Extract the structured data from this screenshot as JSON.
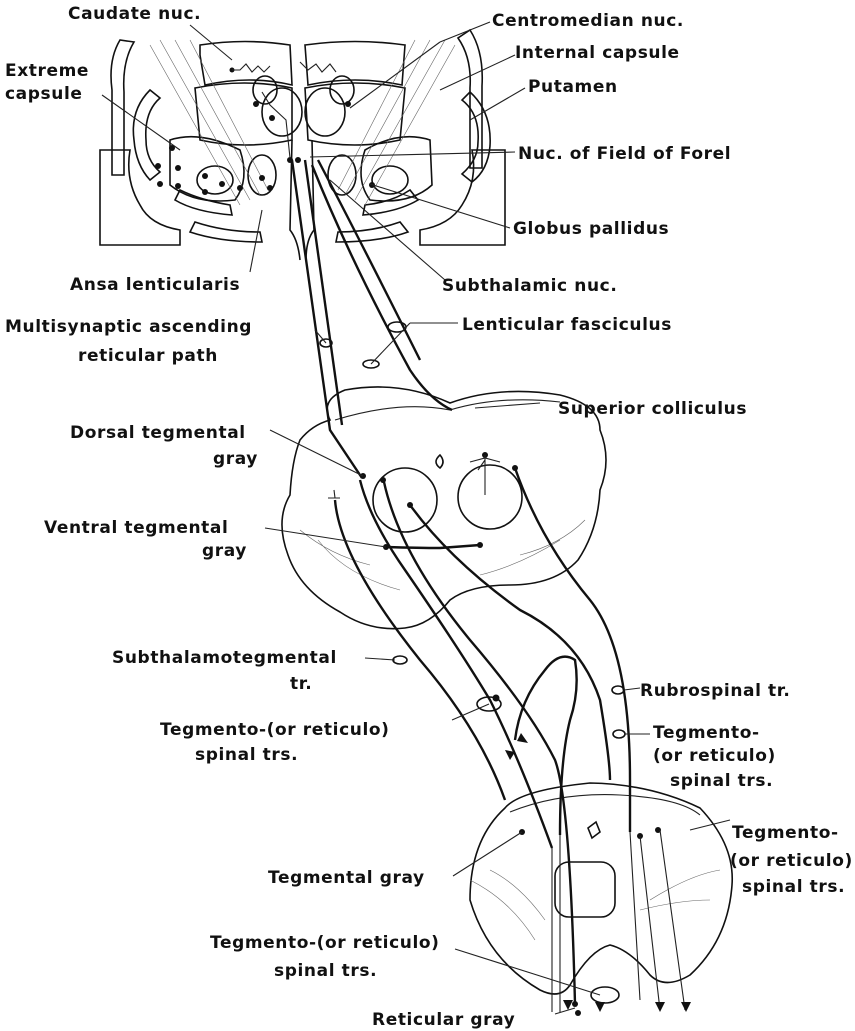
{
  "labels": {
    "caudate_nuc": "Caudate nuc.",
    "centromedian_nuc": "Centromedian nuc.",
    "extreme_capsule_1": "Extreme",
    "extreme_capsule_2": "capsule",
    "internal_capsule": "Internal capsule",
    "putamen": "Putamen",
    "nuc_field_forel": "Nuc. of Field of Forel",
    "globus_pallidus": "Globus pallidus",
    "ansa_lenticularis": "Ansa lenticularis",
    "subthalamic_nuc": "Subthalamic nuc.",
    "multisynaptic_1": "Multisynaptic ascending",
    "multisynaptic_2": "reticular path",
    "lenticular_fasciculus": "Lenticular fasciculus",
    "superior_colliculus": "Superior colliculus",
    "dorsal_tegmental_1": "Dorsal tegmental",
    "dorsal_tegmental_2": "gray",
    "ventral_tegmental_1": "Ventral tegmental",
    "ventral_tegmental_2": "gray",
    "subthalamotegmental_1": "Subthalamotegmental",
    "subthalamotegmental_2": "tr.",
    "rubrospinal": "Rubrospinal tr.",
    "tegmento_left_1": "Tegmento-(or reticulo)",
    "tegmento_left_2": "spinal trs.",
    "tegmento_right_1": "Tegmento-",
    "tegmento_right_2": "(or reticulo)",
    "tegmento_right_3": "spinal trs.",
    "tegmental_gray": "Tegmental gray",
    "tegmento_lower_right_1": "Tegmento-",
    "tegmento_lower_right_2": "(or reticulo)",
    "tegmento_lower_right_3": "spinal trs.",
    "tegmento_bottom_1": "Tegmento-(or reticulo)",
    "tegmento_bottom_2": "spinal trs.",
    "reticular_gray": "Reticular gray"
  }
}
